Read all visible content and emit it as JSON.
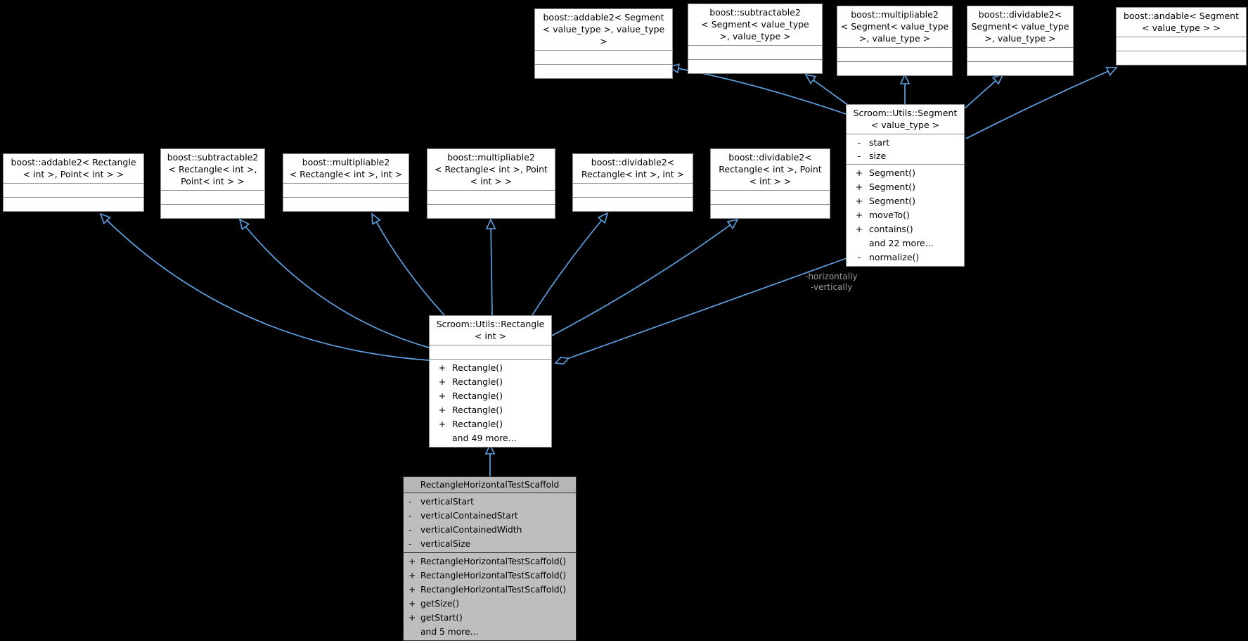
{
  "diagram": {
    "background_color": "#000000",
    "edge_color": "#5da2e2",
    "node_fill": "#ffffff",
    "node_border_color": "#8a8a8a",
    "highlight_node_fill": "#bebebe",
    "text_color": "#000000",
    "edge_label_color": "#9a9a9a"
  },
  "nodes": {
    "t1": {
      "title": "boost::addable2< Segment\n< value_type >, value_type >"
    },
    "t2": {
      "title": "boost::subtractable2\n< Segment< value_type\n>, value_type >"
    },
    "t3": {
      "title": "boost::multipliable2\n< Segment< value_type\n>, value_type >"
    },
    "t4": {
      "title": "boost::dividable2<\nSegment< value_type\n>, value_type >"
    },
    "t5": {
      "title": "boost::andable< Segment\n< value_type  > >"
    },
    "r1": {
      "title": "boost::addable2< Rectangle\n< int  >, Point< int  > >"
    },
    "r2": {
      "title": "boost::subtractable2\n< Rectangle< int  >,\nPoint< int  > >"
    },
    "r3": {
      "title": "boost::multipliable2\n< Rectangle< int >, int >"
    },
    "r4": {
      "title": "boost::multipliable2\n< Rectangle< int >, Point\n< int > >"
    },
    "r5": {
      "title": "boost::dividable2<\nRectangle< int >, int >"
    },
    "r6": {
      "title": "boost::dividable2<\nRectangle< int >, Point\n< int > >"
    },
    "segment": {
      "title": "Scroom::Utils::Segment\n< value_type >",
      "attributes": [
        {
          "sym": "-",
          "name": "start"
        },
        {
          "sym": "-",
          "name": "size"
        }
      ],
      "methods": [
        {
          "sym": "+",
          "name": "Segment()"
        },
        {
          "sym": "+",
          "name": "Segment()"
        },
        {
          "sym": "+",
          "name": "Segment()"
        },
        {
          "sym": "+",
          "name": "moveTo()"
        },
        {
          "sym": "+",
          "name": "contains()"
        },
        {
          "sym": "",
          "name": "and 22 more..."
        },
        {
          "sym": "-",
          "name": "normalize()"
        }
      ]
    },
    "rectangle": {
      "title": "Scroom::Utils::Rectangle\n< int >",
      "attributes": [],
      "methods": [
        {
          "sym": "+",
          "name": "Rectangle()"
        },
        {
          "sym": "+",
          "name": "Rectangle()"
        },
        {
          "sym": "+",
          "name": "Rectangle()"
        },
        {
          "sym": "+",
          "name": "Rectangle()"
        },
        {
          "sym": "+",
          "name": "Rectangle()"
        },
        {
          "sym": "",
          "name": "and 49 more..."
        }
      ]
    },
    "scaffold": {
      "title": "RectangleHorizontalTestScaffold",
      "attributes": [
        {
          "sym": "-",
          "name": "verticalStart"
        },
        {
          "sym": "-",
          "name": "verticalContainedStart"
        },
        {
          "sym": "-",
          "name": "verticalContainedWidth"
        },
        {
          "sym": "-",
          "name": "verticalSize"
        }
      ],
      "methods": [
        {
          "sym": "+",
          "name": "RectangleHorizontalTestScaffold()"
        },
        {
          "sym": "+",
          "name": "RectangleHorizontalTestScaffold()"
        },
        {
          "sym": "+",
          "name": "RectangleHorizontalTestScaffold()"
        },
        {
          "sym": "+",
          "name": "getSize()"
        },
        {
          "sym": "+",
          "name": "getStart()"
        },
        {
          "sym": "",
          "name": "and 5 more..."
        }
      ]
    }
  },
  "edge_labels": [
    {
      "text": "-horizontally"
    },
    {
      "text": "-vertically"
    }
  ]
}
